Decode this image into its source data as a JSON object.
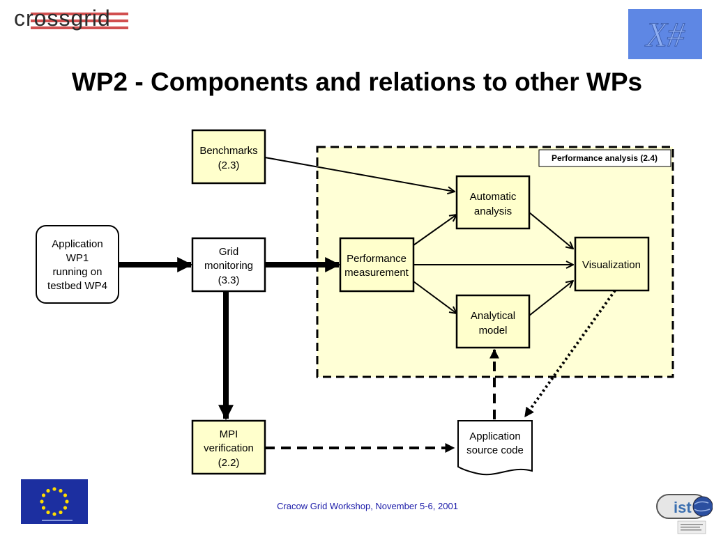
{
  "header": {
    "crossgrid_logo_text": "crossgrid",
    "x_logo_text": "X#",
    "title": "WP2 - Components and relations to other WPs"
  },
  "diagram": {
    "region_label": "Performance analysis (2.4)",
    "nodes": {
      "benchmarks": [
        "Benchmarks",
        "(2.3)"
      ],
      "application": [
        "Application",
        "WP1",
        "running on",
        "testbed WP4"
      ],
      "grid_monitoring": [
        "Grid",
        "monitoring",
        "(3.3)"
      ],
      "performance_measurement": [
        "Performance",
        "measurement"
      ],
      "automatic_analysis": [
        "Automatic",
        "analysis"
      ],
      "analytical_model": [
        "Analytical",
        "model"
      ],
      "visualization": [
        "Visualization"
      ],
      "mpi_verification": [
        "MPI",
        "verification",
        "(2.2)"
      ],
      "application_source_code": [
        "Application",
        "source code"
      ]
    }
  },
  "footer": {
    "text": "Cracow Grid Workshop, November 5-6, 2001",
    "ist_logo_text": "ist"
  },
  "colors": {
    "box_fill": "#ffffcc",
    "region_fill": "#ffffd6",
    "footer_text": "#1a1aa8",
    "x_logo_bg": "#5e87e4",
    "eu_flag_bg": "#1c2fa0",
    "eu_star": "#ffdd00"
  }
}
